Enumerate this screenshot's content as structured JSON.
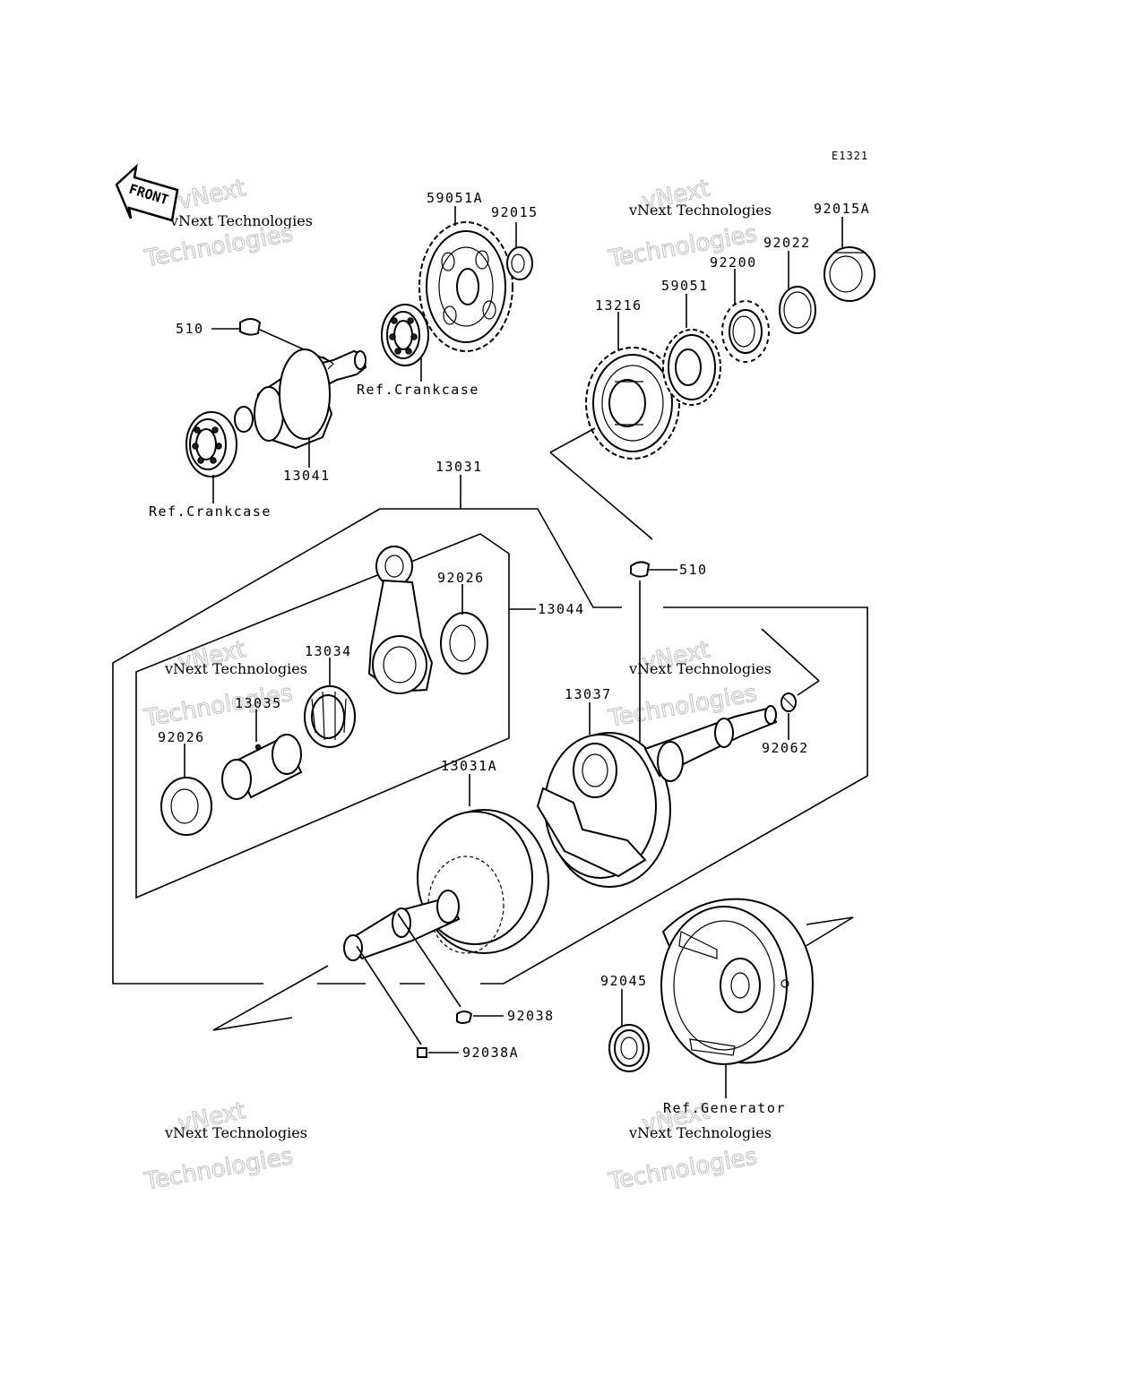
{
  "diagram_code": "E1321",
  "front_label": "FRONT",
  "labels": {
    "p59051A": "59051A",
    "p92015": "92015",
    "p92015A": "92015A",
    "p92022": "92022",
    "p92200": "92200",
    "p59051": "59051",
    "p13216": "13216",
    "p510_top": "510",
    "p13041": "13041",
    "ref_crankcase_top": "Ref.Crankcase",
    "ref_crankcase_left": "Ref.Crankcase",
    "p13031": "13031",
    "p510_mid": "510",
    "p92026_right": "92026",
    "p13044": "13044",
    "p13034": "13034",
    "p13035": "13035",
    "p92026_left": "92026",
    "p13037": "13037",
    "p92062": "92062",
    "p13031A": "13031A",
    "p92038": "92038",
    "p92038A": "92038A",
    "p92045": "92045",
    "ref_generator": "Ref.Generator"
  },
  "watermark": {
    "line1": "vNext",
    "line2": "vNext Technologies",
    "line3": "Technologies"
  }
}
